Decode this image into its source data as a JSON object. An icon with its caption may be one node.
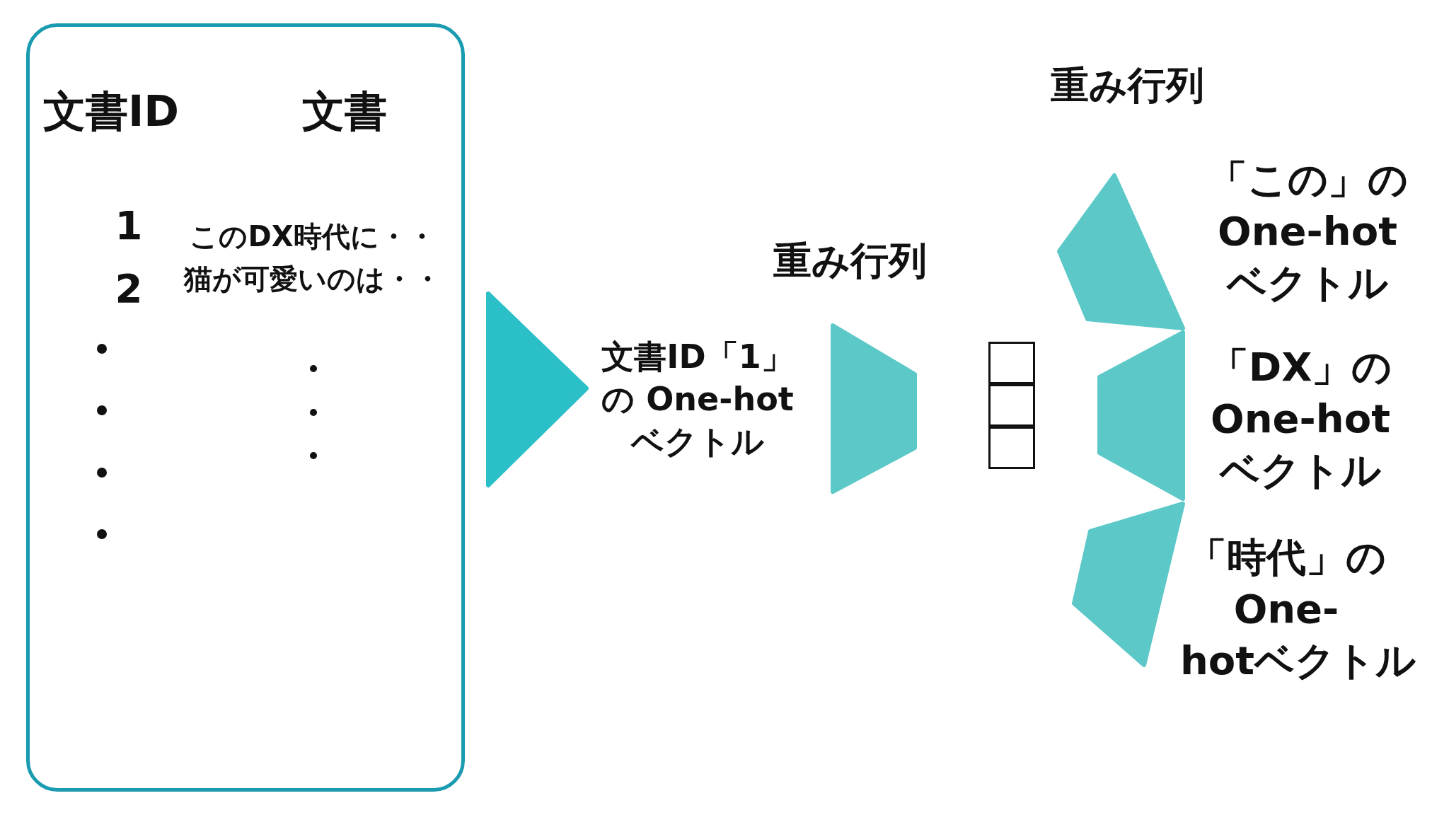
{
  "diagram": {
    "nodes": [
      {
        "text": [
          "文書ID",
          "文書",
          "1",
          "2",
          "このDX時代に・・",
          "猫が可愛いのは・・"
        ]
      },
      {
        "text": [],
        "shape": "triangle"
      },
      {
        "text": [
          "文書ID「1」の One-hot ベクトル"
        ]
      },
      {
        "text": [],
        "shape": "trapezoid"
      },
      {
        "text": [],
        "shape": "box"
      },
      {
        "text": [],
        "shape": "box"
      },
      {
        "text": [],
        "shape": "box"
      },
      {
        "text": [],
        "shape": "trapezoid"
      },
      {
        "text": [],
        "shape": "trapezoid"
      },
      {
        "text": [],
        "shape": "trapezoid"
      },
      {
        "text": [
          "「この」の One-hot ベクトル"
        ]
      },
      {
        "text": [
          "「DX」の One-hot ベクトル"
        ]
      },
      {
        "text": [
          "「時代」の One-hotベクトル"
        ]
      }
    ],
    "labels": [
      "重み行列",
      "重み行列"
    ]
  }
}
